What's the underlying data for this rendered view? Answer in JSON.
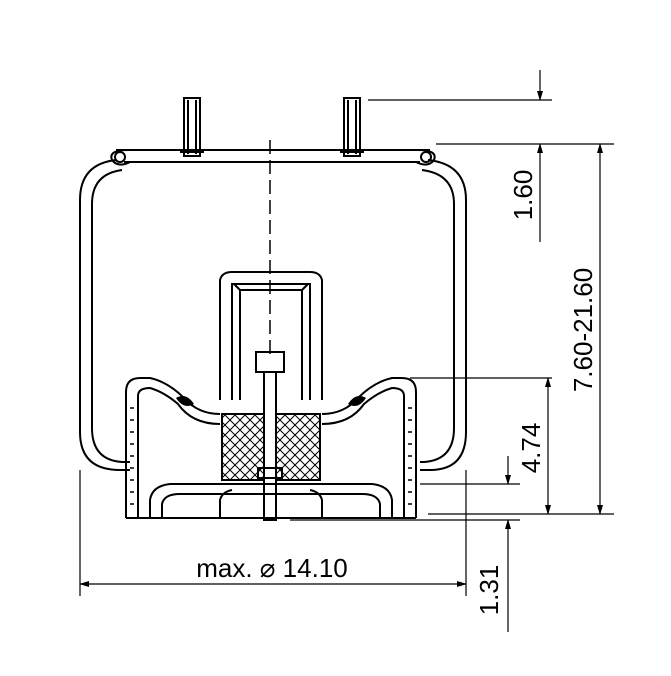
{
  "colors": {
    "line": "#000000",
    "background": "#ffffff"
  },
  "dimensions": {
    "top_offset": "1.60",
    "height_range": "7.60-21.60",
    "piston_height": "4.74",
    "bottom_offset": "1.31",
    "diameter": "max. ⌀ 14.10"
  }
}
